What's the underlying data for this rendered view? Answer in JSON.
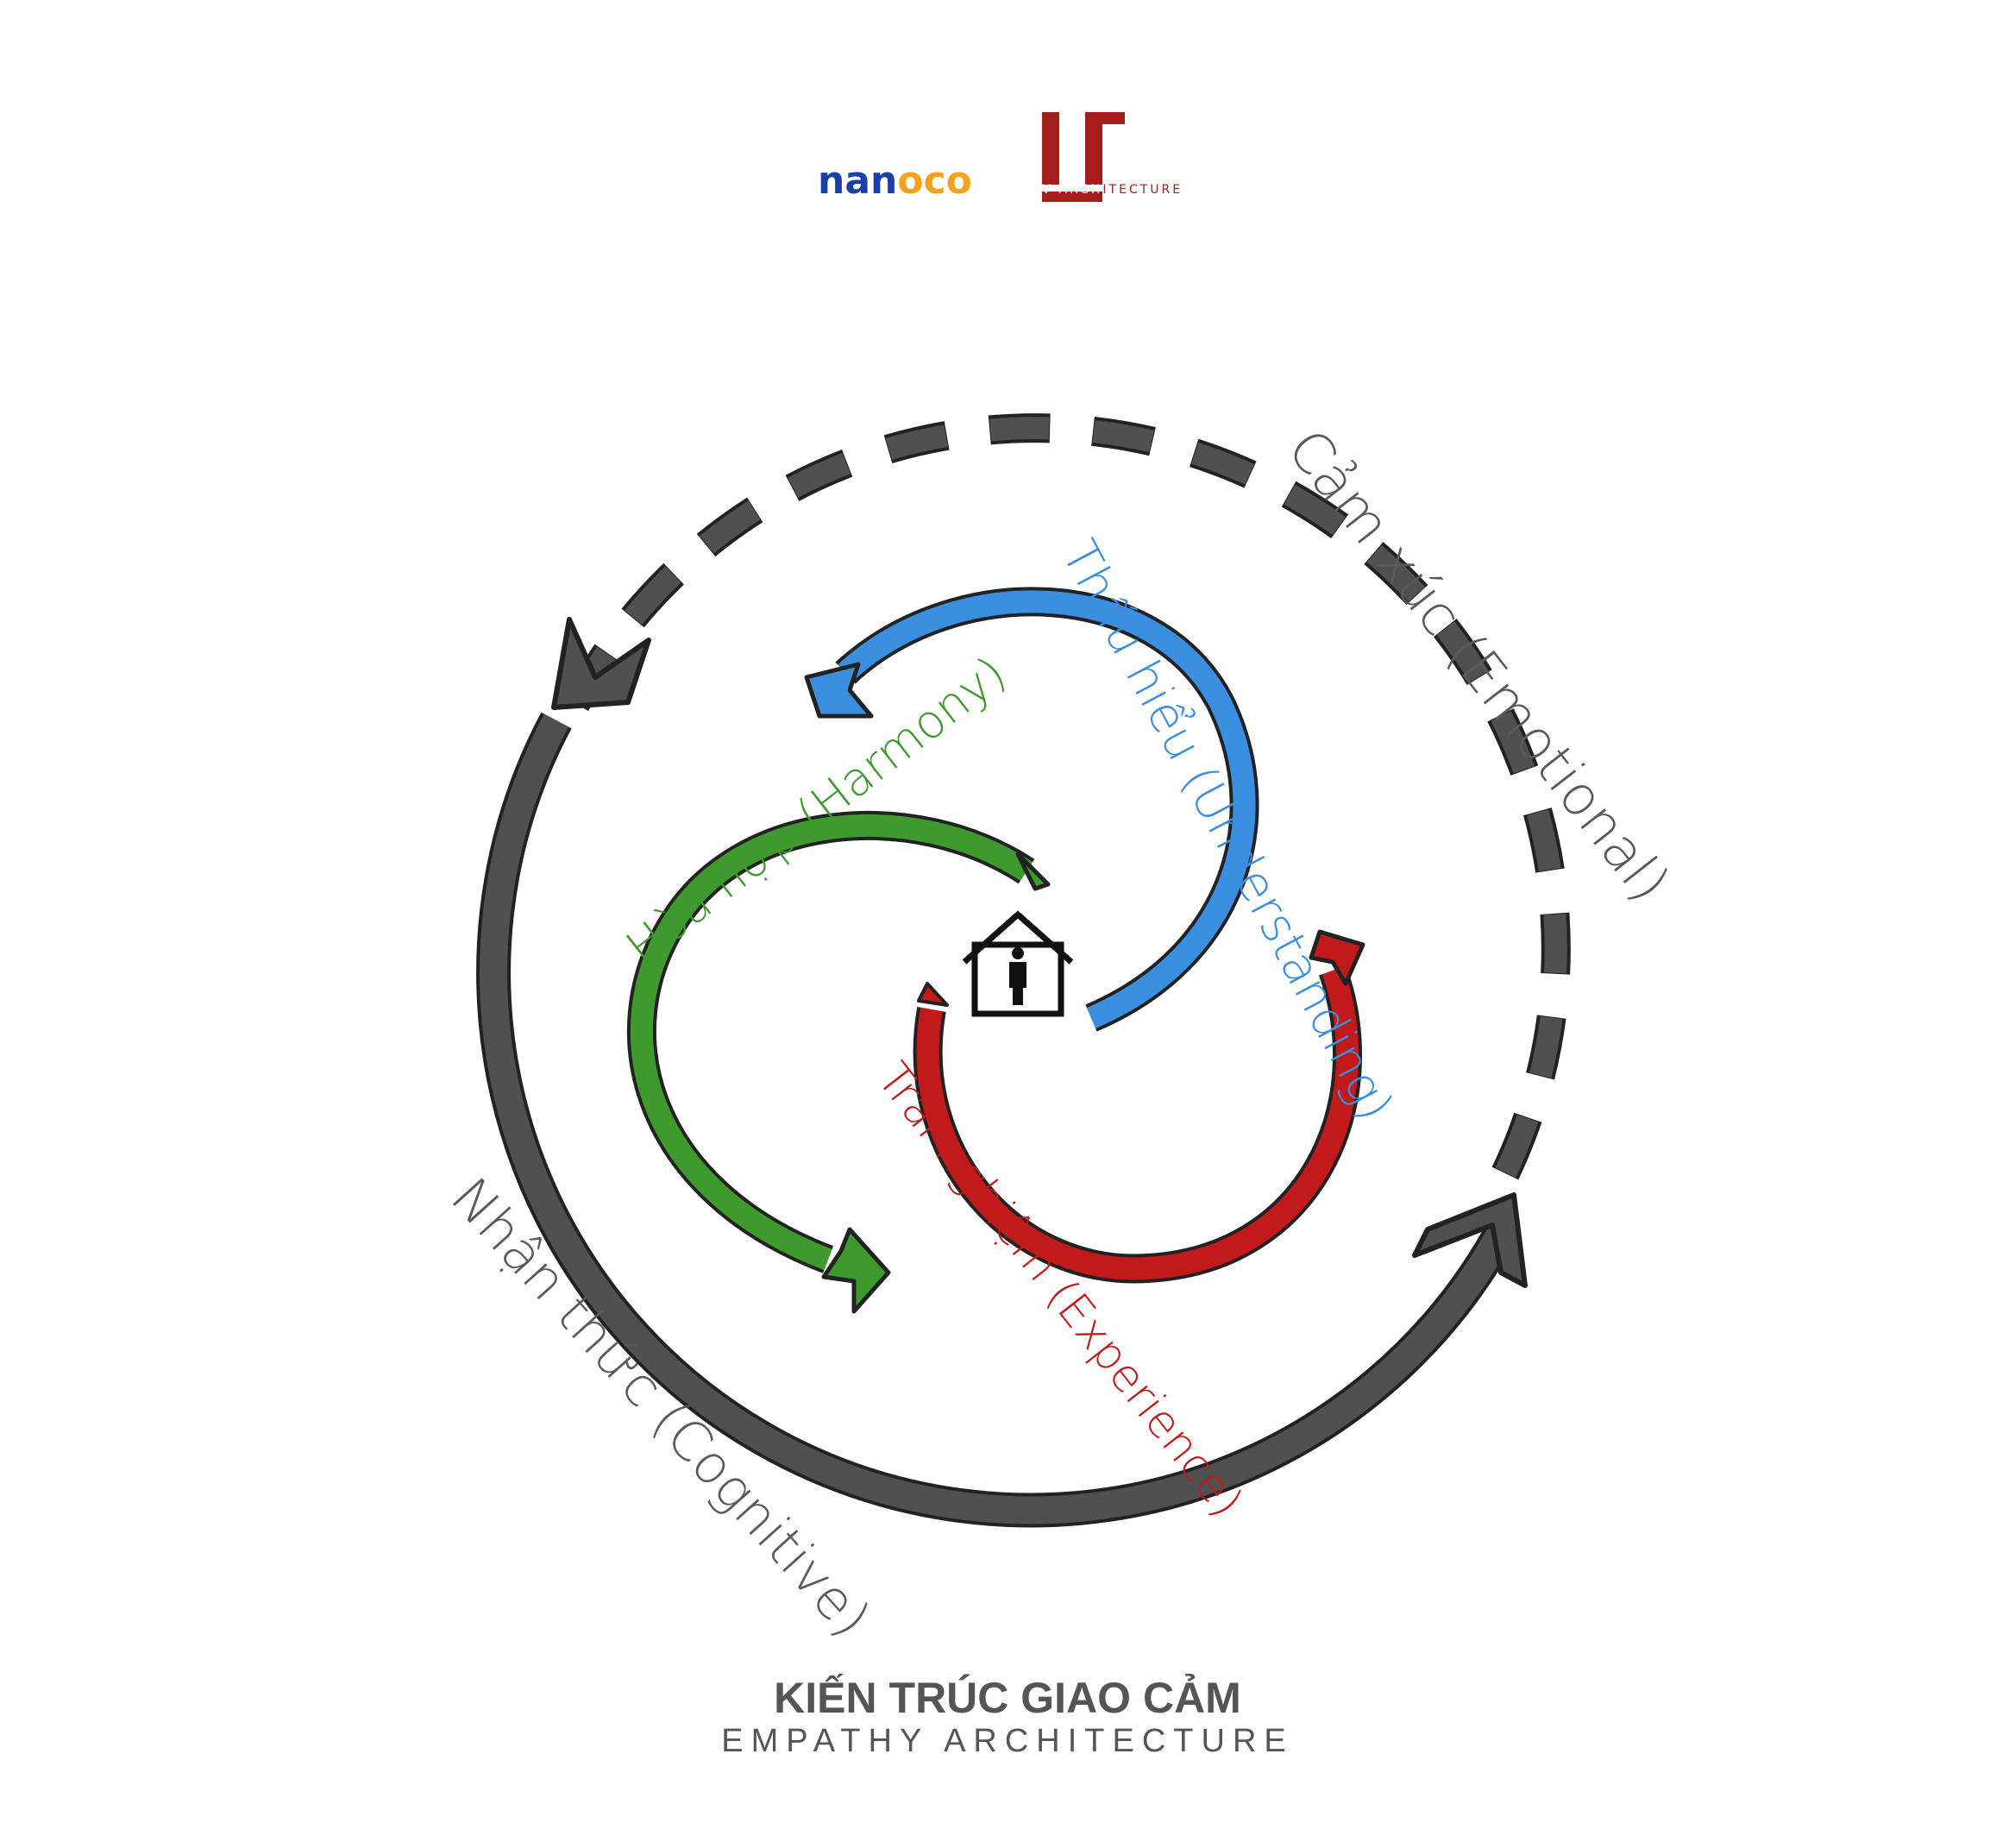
{
  "logos": {
    "nanoco": {
      "pre": "nan",
      "mark": "o",
      "post": "co",
      "brand_color": "#1b3fa8",
      "accent_color": "#f7a21b"
    },
    "varch": {
      "part1": "V-ARCH",
      "part2": "ITECTURE",
      "color": "#a31d1d"
    }
  },
  "labels": {
    "emotional": "Cảm xúc (Emotional)",
    "understanding": "Thấu hiểu (Understanding)",
    "harmony": "Hòa hợp (Harmony)",
    "experience": "Trải nghiệm (Experience)",
    "cognitive": "Nhận thức (Cognitive)"
  },
  "colors": {
    "outer": "#505050",
    "understanding": "#3a8fe0",
    "harmony": "#3f9a2e",
    "experience": "#c21a1a",
    "label_gray": "#5a5a5a"
  },
  "center_icon": "house-with-person-icon",
  "title": {
    "main": "KIẾN TRÚC GIAO CẢM",
    "sub": "EMPATHY ARCHITECTURE"
  }
}
